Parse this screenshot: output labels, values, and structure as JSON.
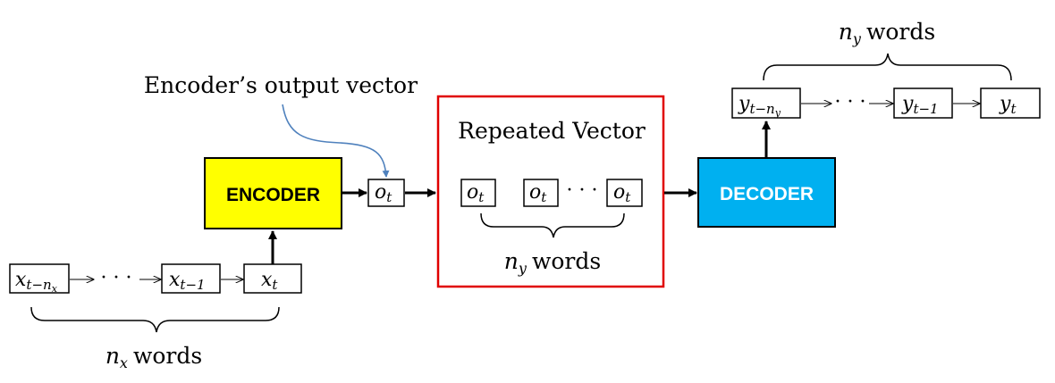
{
  "annotation": {
    "encoder_output_label": "Encoder’s output vector"
  },
  "encoder": {
    "label": "ENCODER",
    "color": "#ffff00"
  },
  "decoder": {
    "label": "DECODER",
    "color": "#00b0f0"
  },
  "repeated_vector": {
    "title": "Repeated Vector",
    "border_color": "#e00000",
    "words_label": "words",
    "words_var": "n",
    "words_sub": "y"
  },
  "input_sequence": {
    "first": {
      "base": "x",
      "sub": "t−n",
      "subsub": "x"
    },
    "ellipsis": "· · ·",
    "prev": {
      "base": "x",
      "sub": "t−1"
    },
    "last": {
      "base": "x",
      "sub": "t"
    },
    "words_label": "words",
    "words_var": "n",
    "words_sub": "x"
  },
  "encoder_output": {
    "base": "o",
    "sub": "t"
  },
  "repeated_items": {
    "first": {
      "base": "o",
      "sub": "t"
    },
    "second": {
      "base": "o",
      "sub": "t"
    },
    "ellipsis": "· · ·",
    "last": {
      "base": "o",
      "sub": "t"
    }
  },
  "output_sequence": {
    "first": {
      "base": "y",
      "sub": "t−n",
      "subsub": "y"
    },
    "ellipsis": "· · ·",
    "prev": {
      "base": "y",
      "sub": "t−1"
    },
    "last": {
      "base": "y",
      "sub": "t"
    },
    "words_label": "words",
    "words_var": "n",
    "words_sub": "y"
  },
  "colors": {
    "annotation_arrow": "#4f81bd",
    "stroke": "#000000"
  }
}
